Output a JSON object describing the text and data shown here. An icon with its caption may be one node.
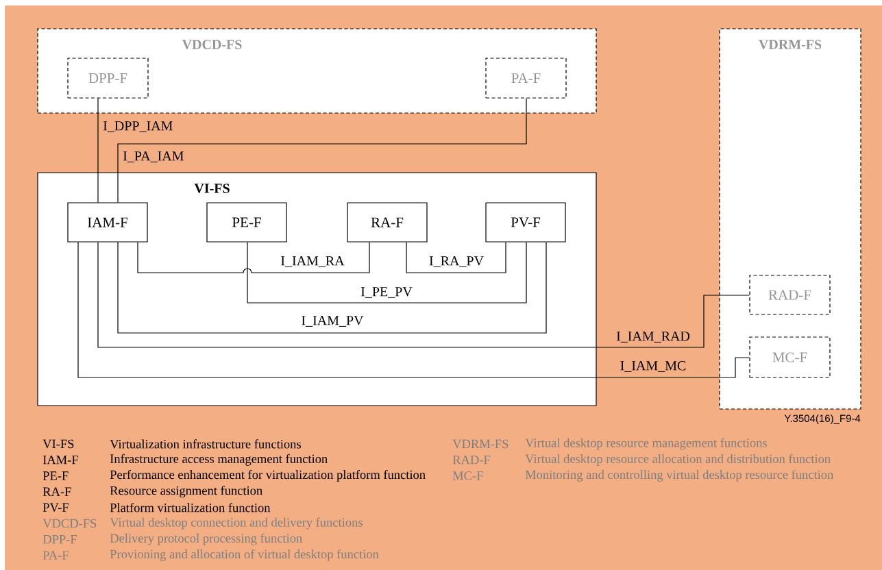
{
  "diagram": {
    "nodes": [
      {
        "text": [
          "VDCD-FS"
        ]
      },
      {
        "text": [
          "DPP-F"
        ],
        "in": 0
      },
      {
        "text": [
          "PA-F"
        ],
        "in": 0
      },
      {
        "text": [
          "VDRM-FS"
        ]
      },
      {
        "text": [
          "RAD-F"
        ],
        "in": 3
      },
      {
        "text": [
          "MC-F"
        ],
        "in": 3
      },
      {
        "text": [
          "VI-FS"
        ]
      },
      {
        "text": [
          "IAM-F"
        ],
        "in": 6
      },
      {
        "text": [
          "PE-F"
        ],
        "in": 6
      },
      {
        "text": [
          "RA-F"
        ],
        "in": 6
      },
      {
        "text": [
          "PV-F"
        ],
        "in": 6
      }
    ],
    "edges": [
      {
        "from": 1,
        "to": 7,
        "arrow": "none",
        "label": "I_DPP_IAM"
      },
      {
        "from": 2,
        "to": 7,
        "arrow": "none",
        "label": "I_PA_IAM"
      },
      {
        "from": 7,
        "to": 9,
        "arrow": "none",
        "label": "I_IAM_RA"
      },
      {
        "from": 9,
        "to": 10,
        "arrow": "none",
        "label": "I_RA_PV"
      },
      {
        "from": 8,
        "to": 10,
        "arrow": "none",
        "label": "I_PE_PV"
      },
      {
        "from": 7,
        "to": 10,
        "arrow": "none",
        "label": "I_IAM_PV"
      },
      {
        "from": 7,
        "to": 4,
        "arrow": "none",
        "label": "I_IAM_RAD"
      },
      {
        "from": 7,
        "to": 5,
        "arrow": "none",
        "label": "I_IAM_MC"
      }
    ],
    "labels": [
      "Y.3504(16)_F9-4",
      "VI-FS",
      "Virtualization infrastructure functions",
      "IAM-F",
      "Infrastructure access management function",
      "PE-F",
      "Performance enhancement for virtualization platform function",
      "RA-F",
      "Resource assignment function",
      "PV-F",
      "Platform virtualization function",
      "VDCD-FS",
      "Virtual desktop connection and delivery functions",
      "DPP-F",
      "Delivery protocol processing function",
      "PA-F",
      "Provioning and allocation of virtual desktop function",
      "VDRM-FS",
      "Virtual desktop resource management functions",
      "RAD-F",
      "Virtual desktop resource allocation and distribution function",
      "MC-F",
      "Monitoring and controlling virtual desktop resource function"
    ]
  }
}
